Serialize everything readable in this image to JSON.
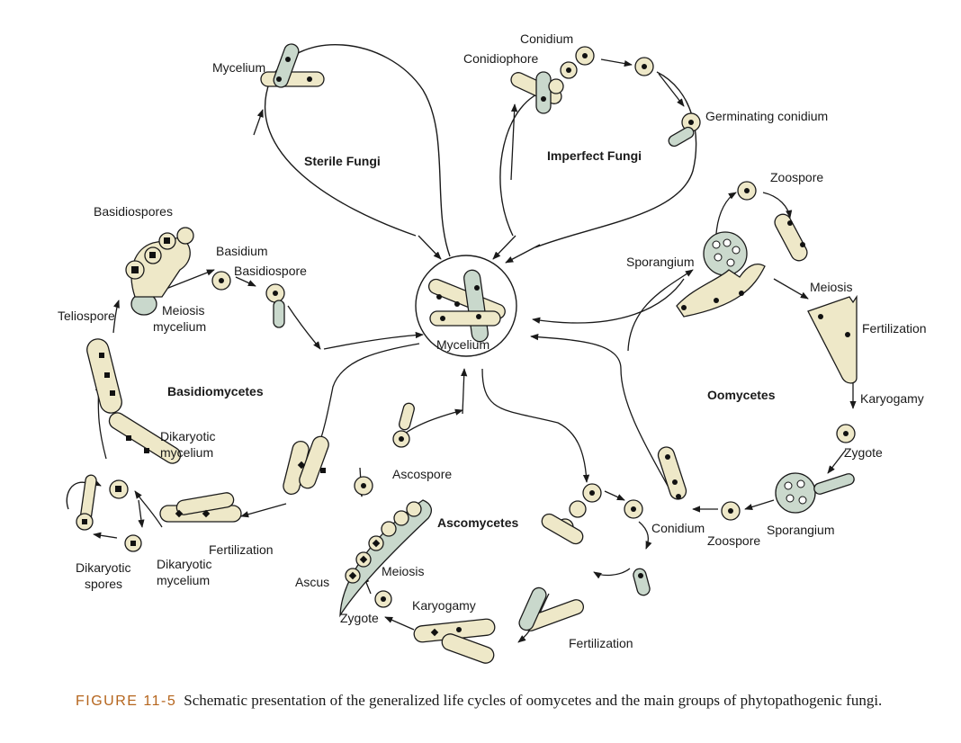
{
  "groups": {
    "sterile": "Sterile Fungi",
    "imperfect": "Imperfect Fungi",
    "oomycetes": "Oomycetes",
    "ascomycetes": "Ascomycetes",
    "basidiomycetes": "Basidiomycetes"
  },
  "labels": {
    "center_mycelium": "Mycelium",
    "sterile_mycelium": "Mycelium",
    "conidium": "Conidium",
    "conidiophore": "Conidiophore",
    "germinating_conidium": "Germinating conidium",
    "zoospore_top": "Zoospore",
    "sporangium_left": "Sporangium",
    "meiosis_oo": "Meiosis",
    "fertilization_oo": "Fertilization",
    "karyogamy_oo": "Karyogamy",
    "zygote_oo": "Zygote",
    "sporangium_bottom": "Sporangium",
    "zoospore_bottom": "Zoospore",
    "conidium_asco": "Conidium",
    "fertilization_asco": "Fertilization",
    "karyogamy_asco": "Karyogamy",
    "zygote_asco": "Zygote",
    "meiosis_asco": "Meiosis",
    "ascus": "Ascus",
    "ascospore": "Ascospore",
    "basidiospores": "Basidiospores",
    "basidium": "Basidium",
    "basidiospore": "Basidiospore",
    "teliospore": "Teliospore",
    "meiosis_mycelium_1": "Meiosis",
    "meiosis_mycelium_2": "mycelium",
    "dikaryotic_mycelium_top_1": "Dikaryotic",
    "dikaryotic_mycelium_top_2": "mycelium",
    "fertilization_basidio": "Fertilization",
    "dikaryotic_spores_1": "Dikaryotic",
    "dikaryotic_spores_2": "spores",
    "dikaryotic_mycelium_bottom_1": "Dikaryotic",
    "dikaryotic_mycelium_bottom_2": "mycelium"
  },
  "caption": {
    "tag": "FIGURE 11-5",
    "text": "Schematic presentation of the generalized life cycles of oomycetes and the main groups of phytopathogenic fungi."
  }
}
